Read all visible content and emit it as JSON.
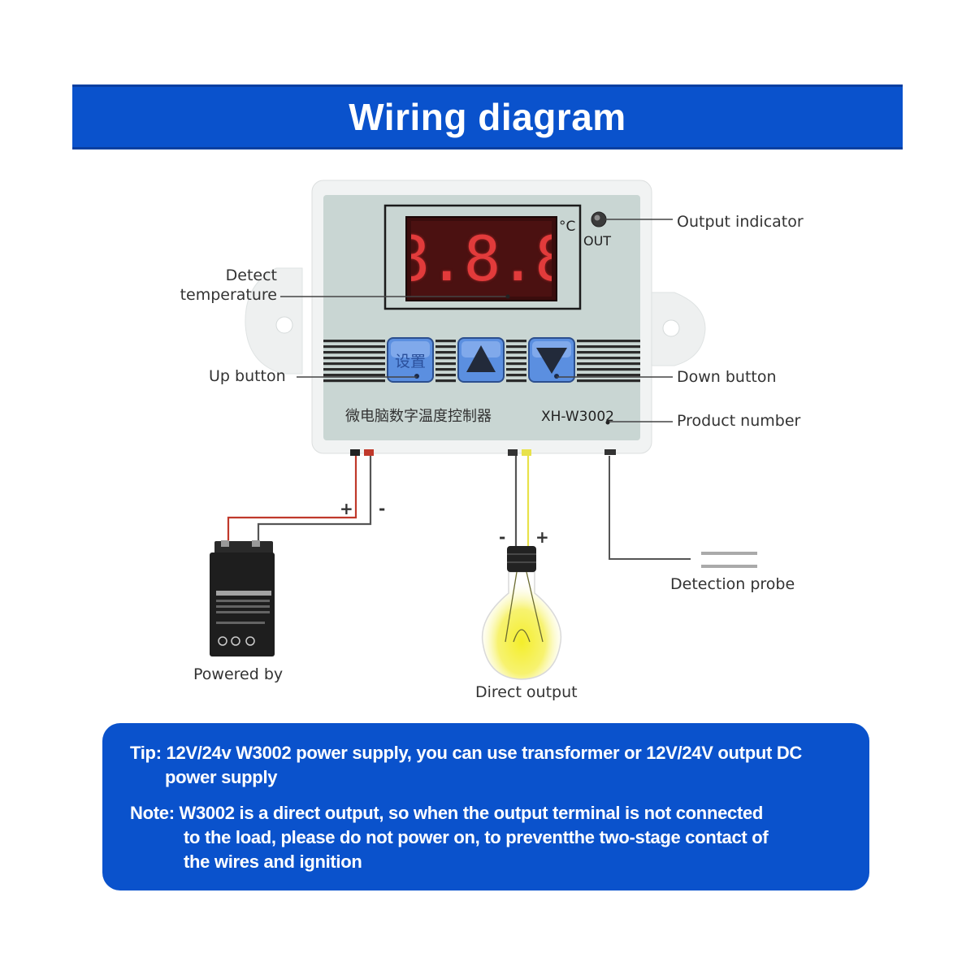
{
  "header": {
    "title": "Wiring diagram"
  },
  "device": {
    "display_digits": "8.8.8",
    "unit": "°C",
    "indicator_label": "OUT",
    "set_button_label": "设置",
    "chinese_name": "微电脑数字温度控制器",
    "model": "XH-W3002"
  },
  "callouts": {
    "detect_temperature": [
      "Detect",
      "temperature"
    ],
    "up_button": "Up button",
    "output_indicator": "Output indicator",
    "down_button": "Down button",
    "product_number": "Product number",
    "powered_by": "Powered by",
    "direct_output": "Direct output",
    "detection_probe": "Detection probe"
  },
  "polarity": {
    "battery_plus": "+",
    "battery_minus": "-",
    "bulb_minus": "-",
    "bulb_plus": "+"
  },
  "colors": {
    "brand_blue": "#0a52cc",
    "device_face": "#c9d6d3",
    "display_red": "#e23b3b",
    "wire_red": "#c0392b",
    "wire_yellow": "#e8e24a",
    "button_blue": "#5b8fe0"
  },
  "notes": {
    "tip_lines": [
      "Tip: 12V/24v W3002 power supply, you can use transformer or 12V/24V output DC",
      "power supply"
    ],
    "note_lines": [
      "Note: W3002 is a direct output, so when the output terminal is not connected",
      "to the load, please do not power on, to preventthe two-stage contact of",
      "the wires and ignition"
    ]
  }
}
